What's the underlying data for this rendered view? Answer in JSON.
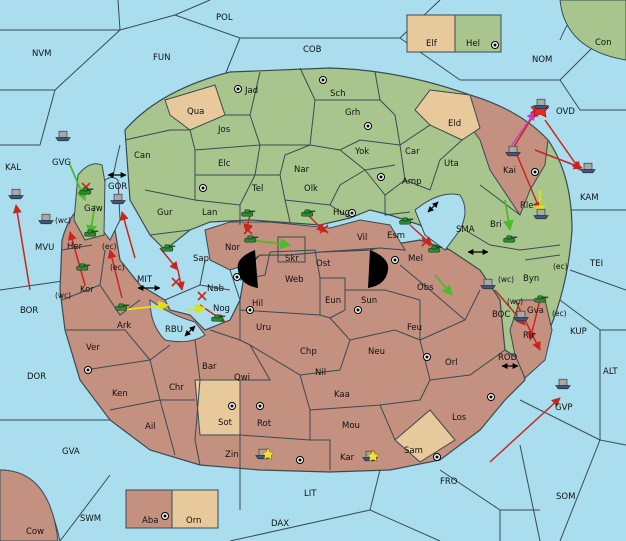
{
  "colors": {
    "sea": "#aadeee",
    "power_green": "#a9c58e",
    "power_red": "#c49080",
    "neutral_tan": "#e8c99b",
    "border": "#3a4a52",
    "attack_arrow": "#c8261c",
    "support_arrow": "#e0e01a",
    "convoy_arrow": "#4cbb2a",
    "retreat_arrow": "#c040c0"
  },
  "sea_labels": {
    "pol": "POL",
    "cob": "COB",
    "fun": "FUN",
    "nvm": "NVM",
    "nom": "NOM",
    "con": "Con",
    "kal": "KAL",
    "gvg": "GVG",
    "gor": "GOR",
    "mvu": "MVU",
    "bor": "BOR",
    "mit": "MIT",
    "rbu": "RBU",
    "dor": "DOR",
    "gva": "GVA",
    "swm": "SWM",
    "cow": "Cow",
    "lit": "LIT",
    "dax": "DAX",
    "fro": "FRO",
    "som": "SOM",
    "alt": "ALT",
    "kup": "KUP",
    "tei": "TEI",
    "rod": "ROD",
    "boc": "BOC",
    "sma": "SMA",
    "ovd": "OVD",
    "kam": "KAM",
    "gvp": "GVP",
    "wc1": "(wc)",
    "wc2": "(wc)",
    "wc3": "(wc)",
    "wc4": "(wc)",
    "ec1": "(ec)",
    "ec2": "(ec)",
    "ec3": "(ec)",
    "ec4": "(ec)"
  },
  "land_labels": {
    "jad": "Jad",
    "sch": "Sch",
    "qua": "Qua",
    "jos": "Jos",
    "grh": "Grh",
    "eld": "Eld",
    "can": "Can",
    "yok": "Yok",
    "car": "Car",
    "elc": "Elc",
    "nar": "Nar",
    "uta": "Uta",
    "amp": "Amp",
    "tel": "Tel",
    "olk": "Olk",
    "kai": "Kai",
    "gur": "Gur",
    "lan": "Lan",
    "hug": "Hug",
    "bri": "Bri",
    "rle": "Rle",
    "esm": "Esm",
    "vil": "Vil",
    "gaw": "Gaw",
    "nor": "Nor",
    "skr": "Skr",
    "ost": "Ost",
    "mel": "Mel",
    "sap": "Sap",
    "web": "Web",
    "her": "Her",
    "kor": "Kor",
    "nab": "Nab",
    "eun": "Eun",
    "sun": "Sun",
    "obs": "Obs",
    "byn": "Byn",
    "gva_land": "Gva",
    "hil": "Hil",
    "nog": "Nog",
    "ark": "Ark",
    "uru": "Uru",
    "feu": "Feu",
    "rir": "Rir",
    "ver": "Ver",
    "chp": "Chp",
    "neu": "Neu",
    "orl": "Orl",
    "bar": "Bar",
    "qwi": "Qwi",
    "nil": "Nil",
    "ken": "Ken",
    "chr": "Chr",
    "kaa": "Kaa",
    "ail": "Ail",
    "sot": "Sot",
    "rot": "Rot",
    "mou": "Mou",
    "los": "Los",
    "zin": "Zin",
    "kar": "Kar",
    "sam": "Sam"
  },
  "legend": {
    "top_left": "Elf",
    "top_right": "Hel",
    "bottom_left": "Aba",
    "bottom_right": "Orn"
  }
}
